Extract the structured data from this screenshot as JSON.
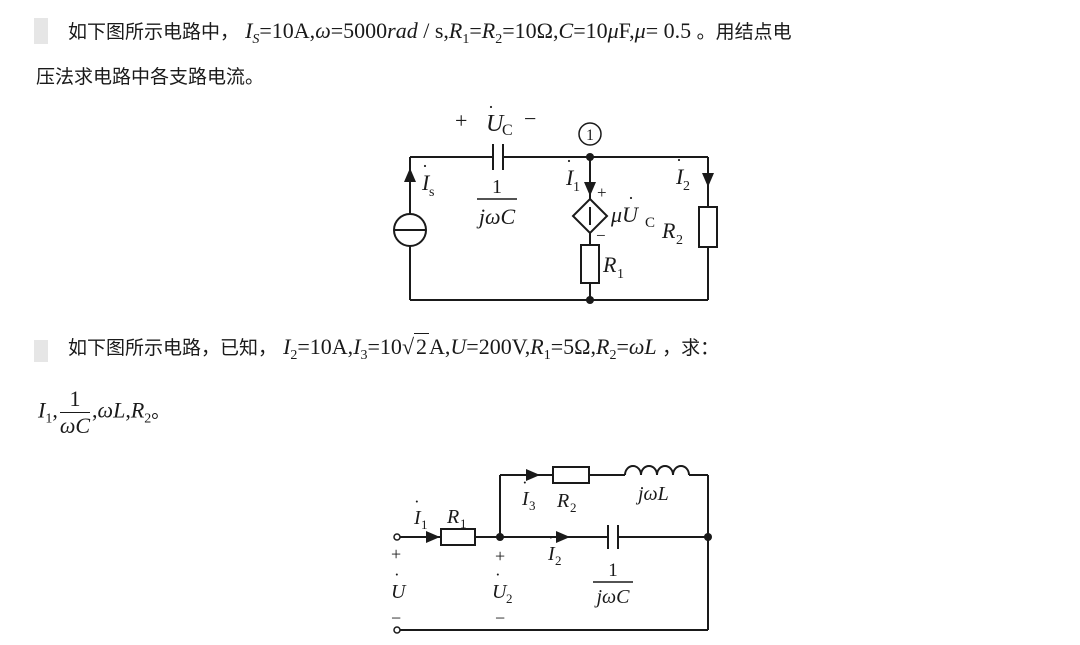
{
  "problem1": {
    "intro": "如下图所示电路中，",
    "given": {
      "is_val": "=10A,",
      "omega_val": "=5000",
      "omega_unit_italic": "rad",
      "omega_unit_rest": " / s,",
      "r_eq": "=",
      "r_val": "=10Ω,",
      "c_val": "=10",
      "c_unit": "F,",
      "mu_val": "= 0.5"
    },
    "instruction_line1": "。用结点电",
    "instruction_line2": "压法求电路中各支路电流。",
    "circuit": {
      "node": "1",
      "uc_plus": "+",
      "uc_minus": "−",
      "cap_num": "1",
      "cap_den": "jωC",
      "plus_small": "+",
      "minus_small": "−",
      "r1_sub": "1",
      "r2_sub": "2",
      "is_sub": "s",
      "i1_sub": "1",
      "i2_sub": "2"
    }
  },
  "problem2": {
    "intro": "如下图所示电路，已知，",
    "given": {
      "i2_val": "=10A,",
      "i3_val_pre": "=10",
      "i3_sqrt": "2",
      "i3_unit": "A,",
      "u_val": "=200V,",
      "r1_val": "=5Ω,",
      "r2_eq": "="
    },
    "tail": "，求：",
    "ask_frac_num": "1",
    "ask_frac_den": "ωC",
    "ask_end": "。",
    "circuit": {
      "i1_sub": "1",
      "i2_sub": "2",
      "i3_sub": "3",
      "r1_sub": "1",
      "r2_sub": "2",
      "ind_label": "jωL",
      "cap_num": "1",
      "cap_den": "jωC",
      "plus": "+",
      "minus": "−",
      "u2_sub": "2"
    }
  }
}
